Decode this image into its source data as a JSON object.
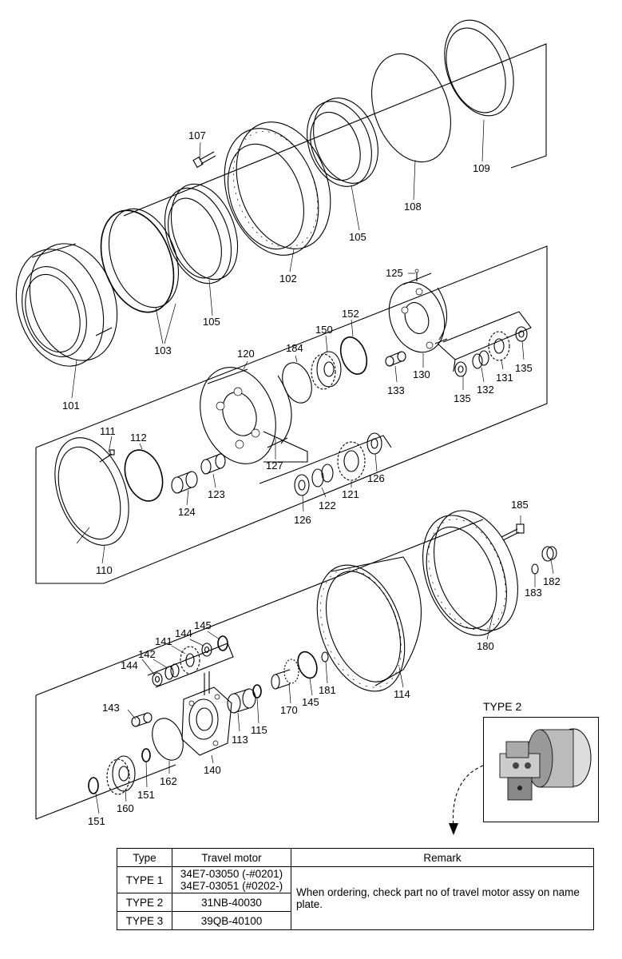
{
  "labels": {
    "p101": "101",
    "p102": "102",
    "p103": "103",
    "p105a": "105",
    "p105b": "105",
    "p107": "107",
    "p108": "108",
    "p109": "109",
    "p110": "110",
    "p111": "111",
    "p112": "112",
    "p120": "120",
    "p121": "121",
    "p122": "122",
    "p123": "123",
    "p124": "124",
    "p125": "125",
    "p126a": "126",
    "p126b": "126",
    "p127": "127",
    "p130": "130",
    "p131": "131",
    "p132": "132",
    "p133": "133",
    "p135a": "135",
    "p135b": "135",
    "p140": "140",
    "p141": "141",
    "p142": "142",
    "p143": "143",
    "p144a": "144",
    "p144b": "144",
    "p145a": "145",
    "p145b": "145",
    "p150": "150",
    "p151a": "151",
    "p151b": "151",
    "p152": "152",
    "p160": "160",
    "p162": "162",
    "p170": "170",
    "p180": "180",
    "p181": "181",
    "p182": "182",
    "p183": "183",
    "p184": "184",
    "p185": "185",
    "p113": "113",
    "p114": "114",
    "p115": "115"
  },
  "inset": {
    "label": "TYPE 2"
  },
  "table": {
    "headers": [
      "Type",
      "Travel motor",
      "Remark"
    ],
    "rows": [
      {
        "type": "TYPE 1",
        "motor_line1": "34E7-03050 (-#0201)",
        "motor_line2": "34E7-03051 (#0202-)"
      },
      {
        "type": "TYPE 2",
        "motor_line1": "31NB-40030"
      },
      {
        "type": "TYPE 3",
        "motor_line1": "39QB-40100"
      }
    ],
    "remark": "When ordering, check part no of travel motor assy on name plate."
  }
}
